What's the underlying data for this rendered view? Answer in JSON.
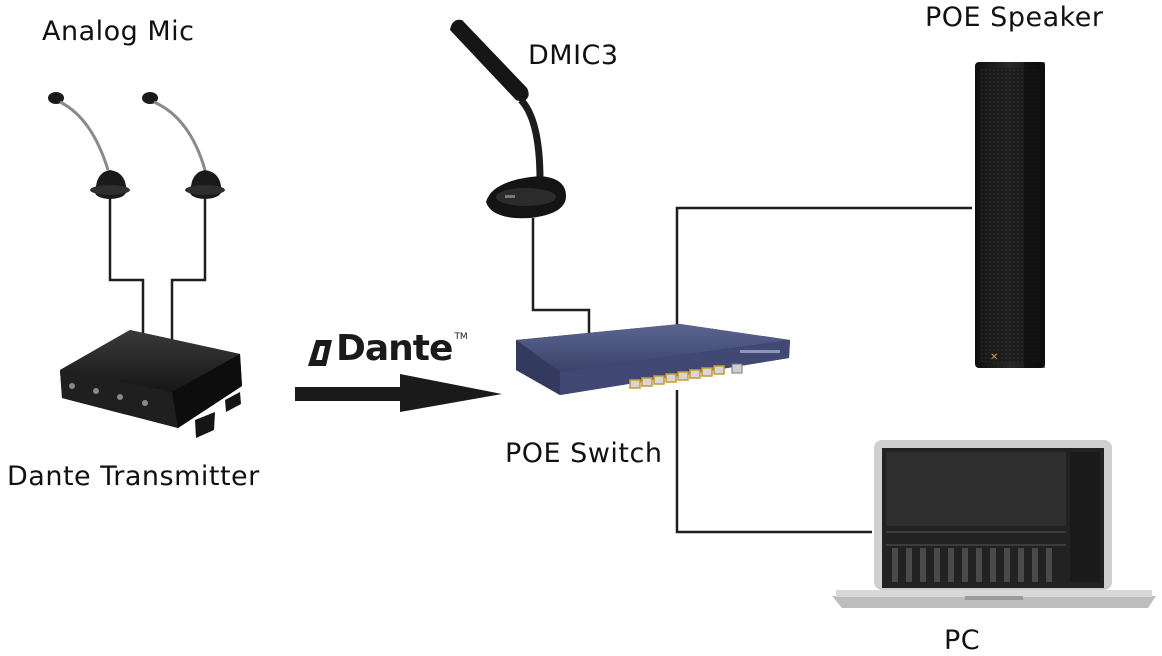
{
  "labels": {
    "analog_mic": "Analog Mic",
    "dmic": "DMIC3",
    "poe_speaker": "POE Speaker",
    "dante_transmitter": "Dante Transmitter",
    "poe_switch": "POE Switch",
    "pc": "PC"
  },
  "logo": {
    "dante": "Dante",
    "trademark": "TM"
  },
  "colors": {
    "line": "#1e1e1e",
    "switch_body": "#3e4770",
    "switch_port": "#c99a2c",
    "device_dark": "#1c1c1c",
    "screen": "#2a2a2a"
  },
  "icons": [
    "gooseneck-mic-icon",
    "dmic-icon",
    "column-speaker-icon",
    "dante-box-icon",
    "network-switch-icon",
    "laptop-icon",
    "arrow-right-icon"
  ]
}
